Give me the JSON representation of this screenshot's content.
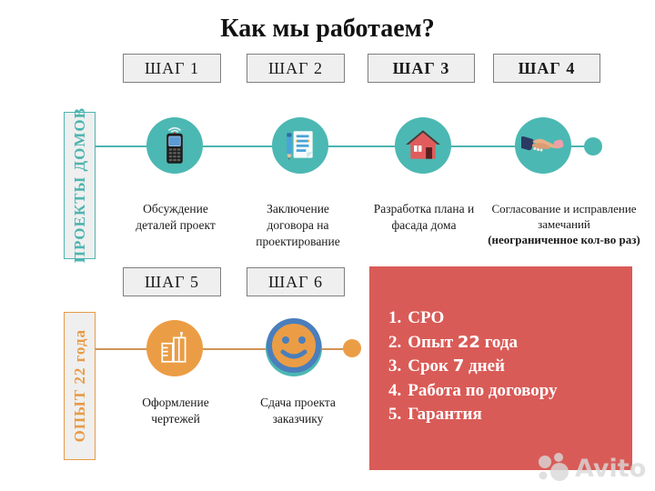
{
  "title": "Как мы работаем?",
  "side_labels": [
    {
      "text": "ПРОЕКТЫ ДОМОВ"
    },
    {
      "text": "ОПЫТ 22 года"
    }
  ],
  "steps": [
    {
      "label": "ШАГ 1"
    },
    {
      "label": "ШАГ 2"
    },
    {
      "label": "ШАГ 3"
    },
    {
      "label": "ШАГ 4"
    },
    {
      "label": "ШАГ 5"
    },
    {
      "label": "ШАГ 6"
    }
  ],
  "stages_row1": [
    {
      "icon": "phone-icon",
      "caption": "Обсуждение деталей проект"
    },
    {
      "icon": "document-pencil-icon",
      "caption": "Заключение договора на проектирование"
    },
    {
      "icon": "house-icon",
      "caption": "Разработка плана и фасада дома"
    },
    {
      "icon": "handshake-icon",
      "caption": "Согласование и исправление замечаний",
      "caption_bold": "(неограниченное кол-во раз)"
    }
  ],
  "stages_row2": [
    {
      "icon": "buildings-icon",
      "caption": "Оформление чертежей"
    },
    {
      "icon": "smiley-icon",
      "caption": "Сдача проекта заказчику"
    }
  ],
  "benefits": {
    "items": [
      {
        "num": "1.",
        "before": "СРО",
        "highlight": "",
        "after": ""
      },
      {
        "num": "2.",
        "before": "Опыт ",
        "highlight": "22",
        "after": " года"
      },
      {
        "num": "3.",
        "before": "Срок ",
        "highlight": "7",
        "after": " дней"
      },
      {
        "num": "4.",
        "before": "Работа по договору",
        "highlight": "",
        "after": ""
      },
      {
        "num": "5.",
        "before": "Гарантия",
        "highlight": "",
        "after": ""
      }
    ]
  },
  "watermark": {
    "text": "Avito"
  },
  "colors": {
    "teal": "#4cb8b3",
    "orange": "#eb9d45",
    "red": "#d95b57",
    "smiley_blue": "#4a7ebc"
  }
}
